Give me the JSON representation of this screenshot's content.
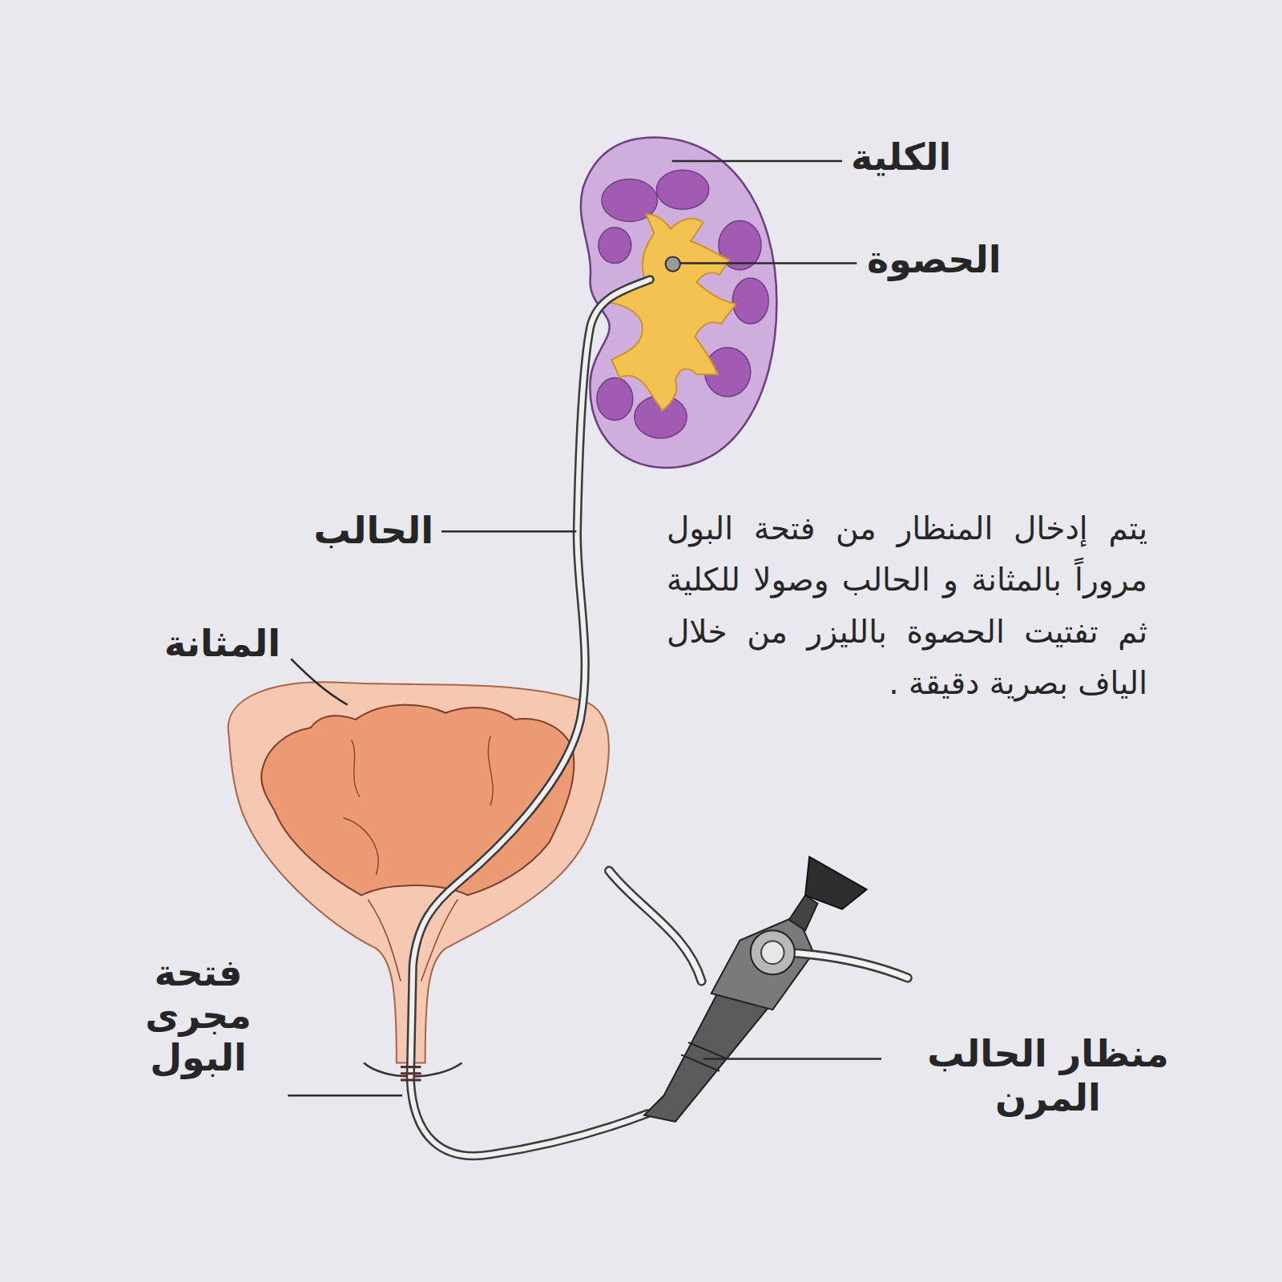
{
  "diagram": {
    "labels": [
      "الكلية",
      "الحصوة",
      "الحالب",
      "يتم إدخال المنظار من فتحة البول مروراً بالمثانة و الحالب وصولا للكلية ثم تفتيت الحصوة بالليزر من خلال الياف بصرية دقيقة .",
      "المثانة",
      "فتحة مجرى البول",
      "منظار الحالب المرن"
    ]
  }
}
